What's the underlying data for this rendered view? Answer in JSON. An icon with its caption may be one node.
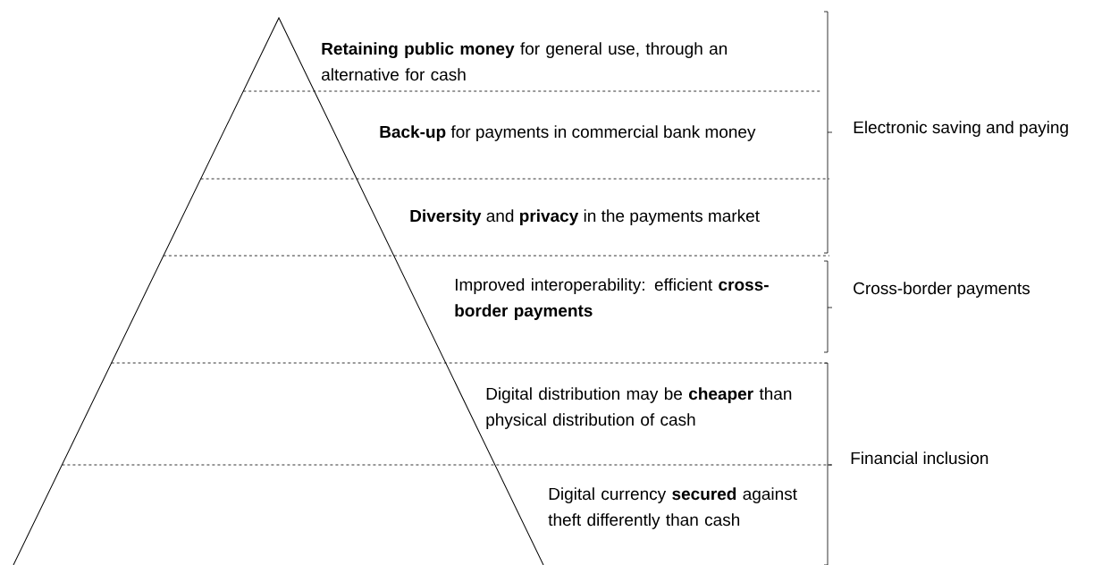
{
  "diagram": {
    "labels": [
      "**Retaining public money** for general use, through an alternative for cash",
      "**Back-up** for payments in commercial bank money",
      "Electronic saving and paying",
      "**Diversity** and **privacy** in the payments market",
      "Improved interoperability: efficient **cross-border payments**",
      "Cross-border payments",
      "Digital distribution may be **cheaper** than physical distribution of cash",
      "Financial inclusion",
      "Digital currency **secured** against theft differently than cash"
    ]
  }
}
